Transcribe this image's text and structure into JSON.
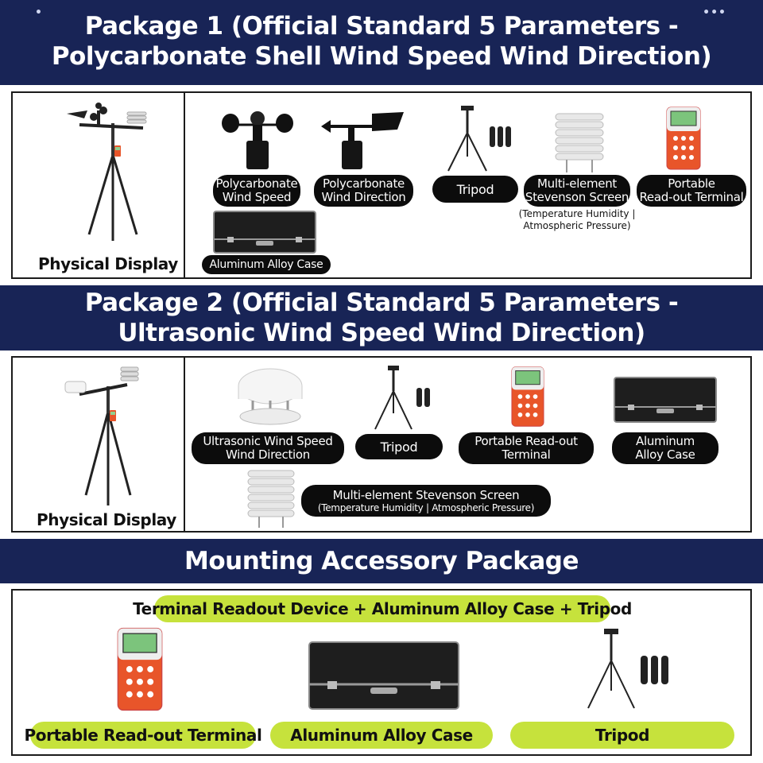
{
  "package1": {
    "title_line1": "Package 1 (Official Standard 5 Parameters -",
    "title_line2": "Polycarbonate Shell Wind Speed Wind Direction)",
    "display_label": "Physical Display",
    "items": {
      "wind_speed": [
        "Polycarbonate",
        "Wind Speed"
      ],
      "wind_direction": [
        "Polycarbonate",
        "Wind Direction"
      ],
      "tripod": "Tripod",
      "screen": [
        "Multi-element",
        "Stevenson Screen"
      ],
      "screen_note": [
        "(Temperature Humidity |",
        "Atmospheric Pressure)"
      ],
      "terminal": [
        "Portable",
        "Read-out Terminal"
      ],
      "case": "Aluminum Alloy Case"
    }
  },
  "package2": {
    "title_line1": "Package 2 (Official Standard 5 Parameters -",
    "title_line2": "Ultrasonic Wind Speed Wind Direction)",
    "display_label": "Physical Display",
    "items": {
      "ultrasonic": [
        "Ultrasonic Wind Speed",
        "Wind Direction"
      ],
      "tripod": "Tripod",
      "terminal": [
        "Portable Read-out",
        "Terminal"
      ],
      "case": [
        "Aluminum",
        "Alloy Case"
      ],
      "screen": "Multi-element Stevenson Screen",
      "screen_note": "(Temperature Humidity | Atmospheric Pressure)"
    }
  },
  "mounting": {
    "title": "Mounting Accessory Package",
    "summary": "Terminal Readout Device + Aluminum Alloy Case + Tripod",
    "terminal": "Portable Read-out Terminal",
    "case": "Aluminum Alloy Case",
    "tripod": "Tripod"
  },
  "colors": {
    "band": "#182456",
    "pill": "#0c0c0c",
    "green": "#c6e23c",
    "terminal_orange": "#e8552a"
  },
  "icons": [
    "weather-station-icon",
    "cup-anemometer-icon",
    "wind-vane-icon",
    "tripod-icon",
    "stevenson-screen-icon",
    "terminal-icon",
    "case-icon",
    "ultrasonic-sensor-icon"
  ]
}
